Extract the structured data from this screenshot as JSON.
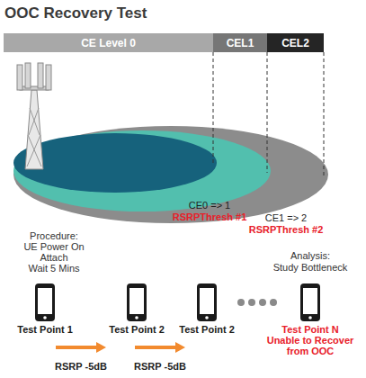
{
  "diagram": {
    "title": "OOC Recovery Test",
    "nodes": [
      {
        "text": [
          "CE Level 0"
        ]
      },
      {
        "text": [
          "CEL1"
        ]
      },
      {
        "text": [
          "CEL2"
        ]
      },
      {
        "text": [
          "Test Point 1"
        ]
      },
      {
        "text": [
          "Test Point 2"
        ]
      },
      {
        "text": [
          "Test Point 2"
        ]
      },
      {
        "text": [
          "Test Point N",
          "Unable to Recover from OOC"
        ]
      }
    ],
    "labels": [
      "CE0 => 1",
      "RSRPThresh #1",
      "CE1 => 2",
      "RSRPThresh #2",
      "Procedure:",
      "UE Power On",
      "Attach",
      "Wait 5 Mins",
      "Analysis:",
      "Study Bottleneck",
      "RSRP -5dB",
      "RSRP -5dB"
    ]
  }
}
